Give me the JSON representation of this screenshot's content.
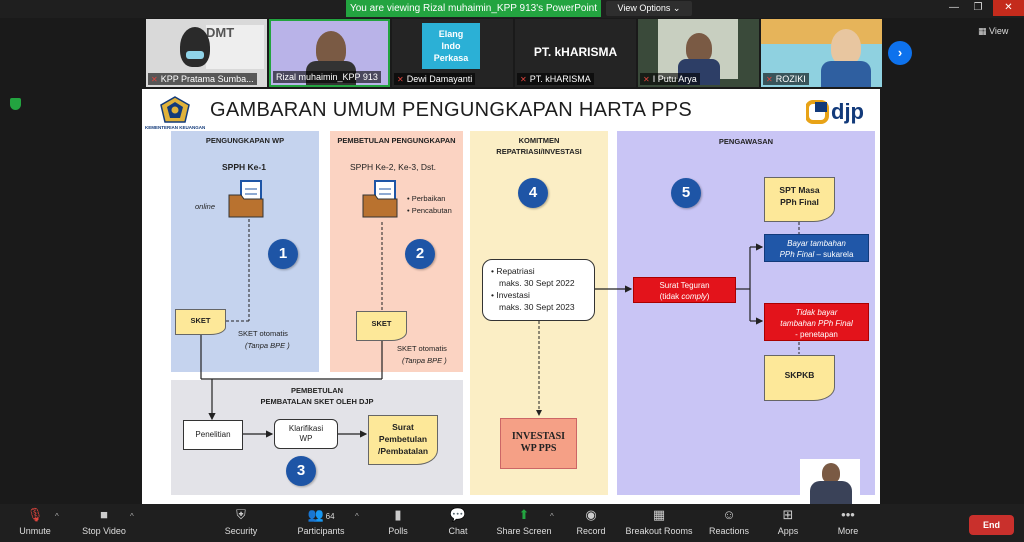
{
  "banner": {
    "share_text": "You are viewing Rizal muhaimin_KPP 913's PowerPoint",
    "view_options": "View Options"
  },
  "participants": [
    {
      "name": "KPP Pratama Sumba...",
      "muted": true
    },
    {
      "name": "Rizal muhaimin_KPP 913",
      "muted": false
    },
    {
      "name": "Dewi Damayanti",
      "muted": true,
      "card_text": "Elang\nIndo\nPerkasa"
    },
    {
      "name": "PT. kHARISMA",
      "muted": true,
      "card_text": "PT. kHARISMA"
    },
    {
      "name": "I Putu Arya",
      "muted": true
    },
    {
      "name": "ROZIKI",
      "muted": true
    }
  ],
  "view_label": "View",
  "slide": {
    "title": "GAMBARAN UMUM PENGUNGKAPAN HARTA PPS",
    "kemenkeu": "KEMENTERIAN KEUANGAN",
    "djp": "djp",
    "p1": {
      "header": "PENGUNGKAPAN WP",
      "sub": "SPPH Ke-1",
      "online": "online",
      "num": "1",
      "sket": "SKET",
      "note1": "SKET otomatis",
      "note2": "(Tanpa BPE )"
    },
    "p2": {
      "header": "PEMBETULAN PENGUNGKAPAN",
      "sub": "SPPH Ke-2, Ke-3, Dst.",
      "bullet1": "• Perbaikan",
      "bullet2": "• Pencabutan",
      "num": "2",
      "sket": "SKET",
      "note1": "SKET otomatis",
      "note2": "(Tanpa BPE )"
    },
    "p3": {
      "header1": "PEMBETULAN",
      "header2": "PEMBATALAN SKET OLEH DJP",
      "penelitian": "Penelitian",
      "klarifikasi1": "Klarifikasi",
      "klarifikasi2": "WP",
      "surat1": "Surat",
      "surat2": "Pembetulan",
      "surat3": "/Pembatalan",
      "num": "3"
    },
    "p4": {
      "header1": "KOMITMEN",
      "header2": "REPATRIASI/INVESTASI",
      "num": "4",
      "l1": "• Repatriasi",
      "l2": "maks. 30 Sept 2022",
      "l3": "• Investasi",
      "l4": "maks. 30 Sept 2023",
      "investasi1": "INVESTASI",
      "investasi2": "WP PPS"
    },
    "p5": {
      "header": "PENGAWASAN",
      "num": "5",
      "surat1": "Surat Teguran",
      "surat2a": "(tidak ",
      "surat2b": "comply",
      "surat2c": ")",
      "spt1": "SPT Masa",
      "spt2": "PPh Final",
      "bayar1": "Bayar tambahan",
      "bayar2a": "PPh Final",
      "bayar2b": " – sukarela",
      "tidak1": "Tidak bayar",
      "tidak2": "tambahan PPh Final",
      "tidak3": "- penetapan",
      "skpkb": "SKPKB"
    }
  },
  "toolbar": {
    "unmute": "Unmute",
    "stop_video": "Stop Video",
    "security": "Security",
    "participants": "Participants",
    "participants_count": "64",
    "polls": "Polls",
    "chat": "Chat",
    "share_screen": "Share Screen",
    "record": "Record",
    "breakout": "Breakout Rooms",
    "reactions": "Reactions",
    "apps": "Apps",
    "more": "More",
    "end": "End"
  },
  "colors": {
    "share_green": "#23a440",
    "panel_blue": "#c5d3ee",
    "panel_salmon": "#fbd3c2",
    "panel_gray": "#e3e3e8",
    "panel_cream": "#fbeec5",
    "panel_lavender": "#c9c5f5",
    "num_blue": "#1e55a6",
    "doc_yellow": "#fde899",
    "red": "#e3131b"
  }
}
